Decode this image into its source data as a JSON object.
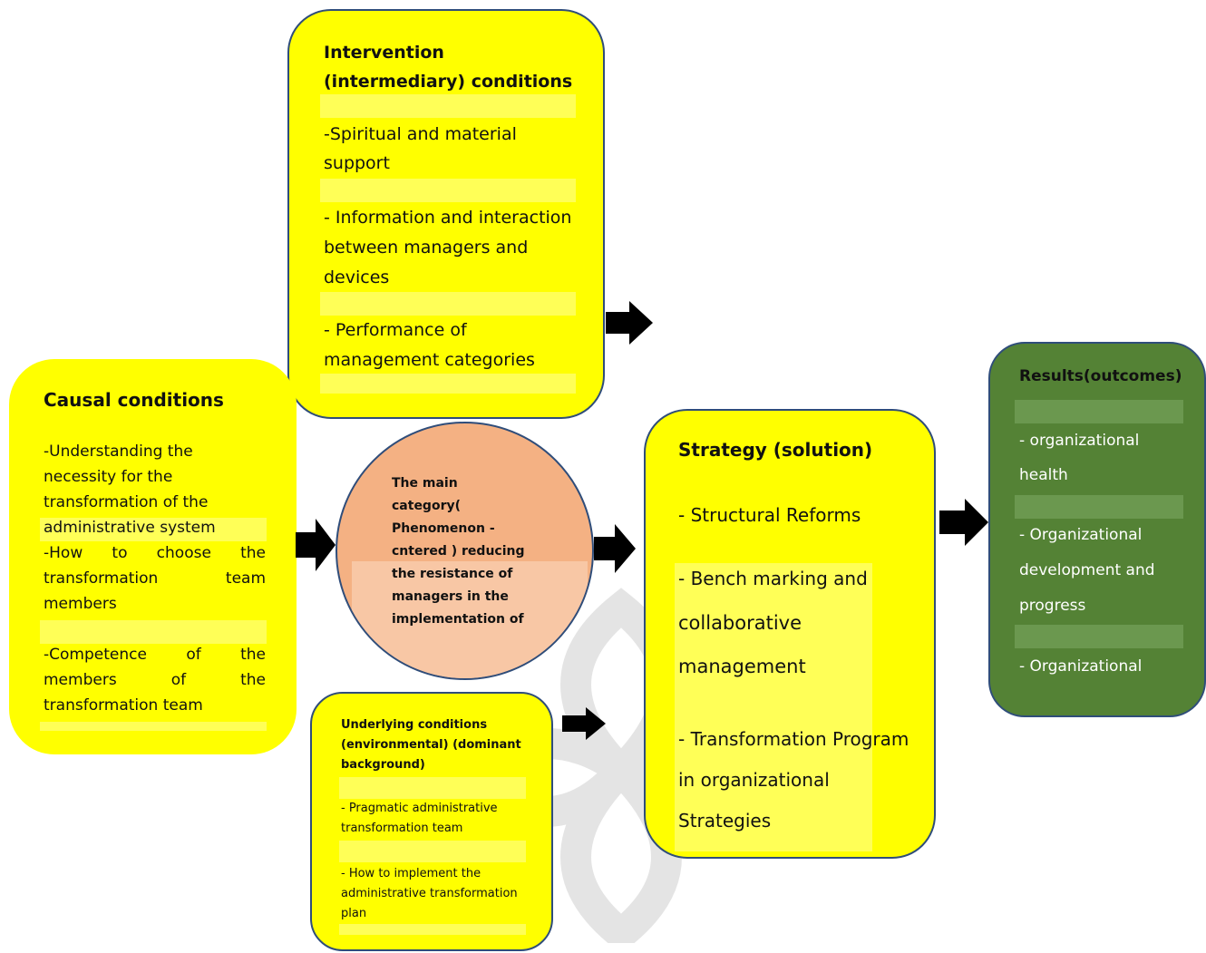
{
  "intervention": {
    "title": "Intervention (intermediary) conditions",
    "items": [
      " -Spiritual and material support",
      "- Information and interaction between managers and devices",
      "- Performance of management categories"
    ]
  },
  "causal": {
    "title": "Causal conditions",
    "items": [
      "-Understanding the necessity for the transformation of the administrative system",
      "-How to choose the transformation team members",
      "-Competence of the members of the transformation team"
    ]
  },
  "main_category": {
    "text": "The main category( Phenomenon - cntered ) reducing the resistance of managers in the implementation of administrative transformation"
  },
  "underlying": {
    "title": "Underlying conditions (environmental) (dominant background)",
    "items": [
      "- Pragmatic administrative transformation team",
      "- How to implement the administrative transformation plan"
    ]
  },
  "strategy": {
    "title": "Strategy (solution)",
    "items": [
      "- Structural Reforms",
      "- Bench marking and",
      "collaborative management",
      "- Transformation Program in organizational Strategies"
    ]
  },
  "results": {
    "title": "Results(outcomes)",
    "items": [
      "- organizational health",
      "- Organizational development and progress",
      "- Organizational productivity"
    ]
  },
  "colors": {
    "box_yellow": "#ffff00",
    "results_green": "#548235",
    "circle_fill": "#f4b183",
    "border_blue": "#2f4d7a",
    "arrow": "#000000"
  }
}
